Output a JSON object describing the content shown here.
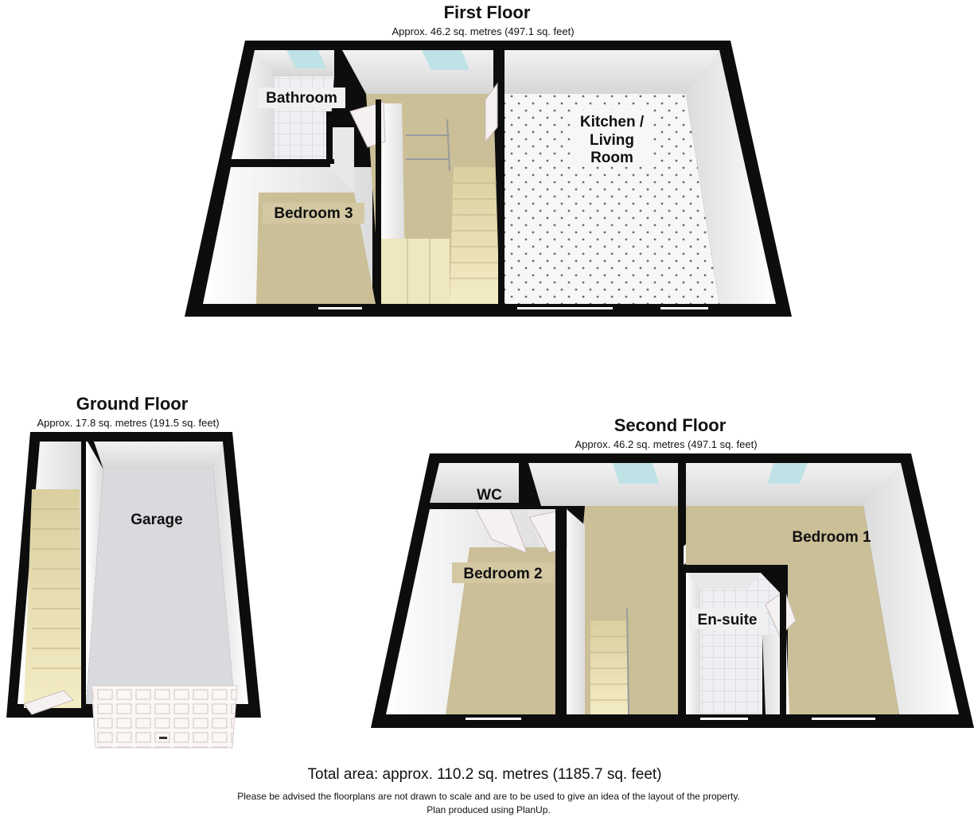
{
  "first_floor": {
    "title": "First Floor",
    "area": "Approx. 46.2 sq. metres (497.1 sq. feet)",
    "rooms": {
      "bathroom": "Bathroom",
      "bedroom3": "Bedroom 3",
      "kitchen_line1": "Kitchen /",
      "kitchen_line2": "Living",
      "kitchen_line3": "Room"
    }
  },
  "ground_floor": {
    "title": "Ground Floor",
    "area": "Approx. 17.8 sq. metres (191.5 sq. feet)",
    "rooms": {
      "garage": "Garage"
    }
  },
  "second_floor": {
    "title": "Second Floor",
    "area": "Approx. 46.2 sq. metres (497.1 sq. feet)",
    "rooms": {
      "wc": "WC",
      "bedroom2": "Bedroom 2",
      "bedroom1": "Bedroom 1",
      "ensuite": "En-suite"
    }
  },
  "footer": {
    "total": "Total area: approx. 110.2 sq. metres (1185.7 sq. feet)",
    "disclaimer": "Please be advised the floorplans are not drawn to scale and are to be used to give an idea of the layout of the property.",
    "credit": "Plan produced using PlanUp."
  },
  "colors": {
    "wall": "#0d0d0d",
    "carpet": "#cbbf97",
    "tile_floor": "#eef0f3",
    "wall_face": "#f4f4f4",
    "garage_floor": "#d8dadd",
    "skylight": "#bfe2e6"
  }
}
